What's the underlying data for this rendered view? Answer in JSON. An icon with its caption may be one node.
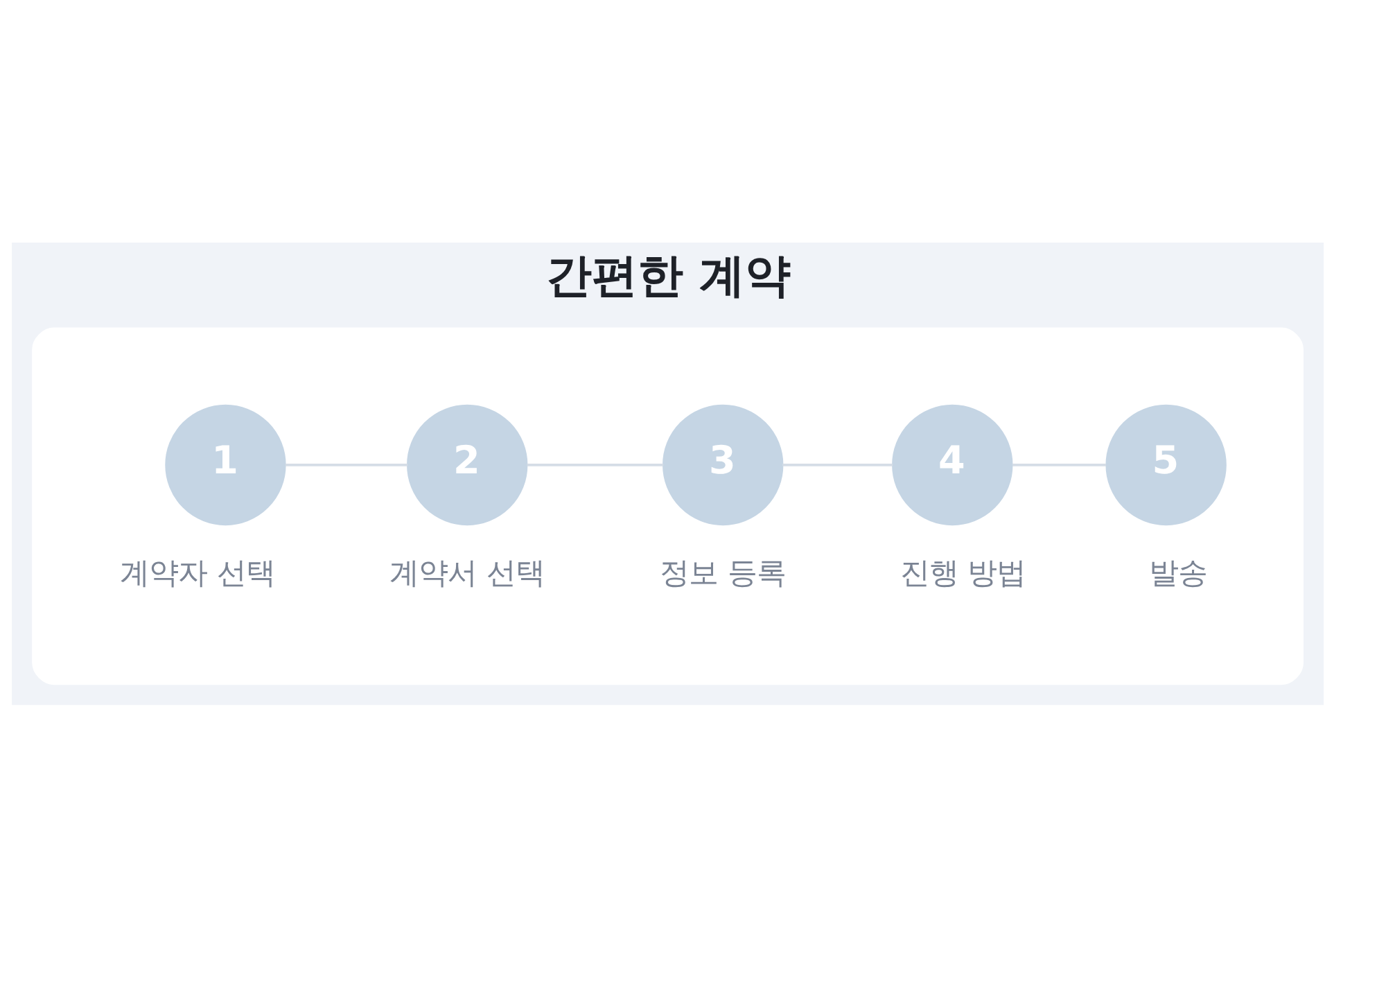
{
  "diagram": {
    "title": "간편한 계약",
    "nodes": [
      {
        "text": [],
        "shape": "box"
      },
      {
        "text": [
          "1"
        ],
        "in": 0,
        "beside": [
          "계약자 선택"
        ]
      },
      {
        "text": [
          "2"
        ],
        "in": 0,
        "beside": [
          "계약서 선택"
        ]
      },
      {
        "text": [
          "3"
        ],
        "in": 0,
        "beside": [
          "정보 등록"
        ]
      },
      {
        "text": [
          "4"
        ],
        "in": 0,
        "beside": [
          "진행 방법"
        ]
      },
      {
        "text": [
          "5"
        ],
        "in": 0,
        "beside": [
          "발송"
        ]
      }
    ],
    "edges": [
      {
        "from": 1,
        "to": 2,
        "arrow": "none"
      },
      {
        "from": 2,
        "to": 3,
        "arrow": "none"
      },
      {
        "from": 3,
        "to": 4,
        "arrow": "none"
      },
      {
        "from": 4,
        "to": 5,
        "arrow": "none"
      }
    ]
  }
}
